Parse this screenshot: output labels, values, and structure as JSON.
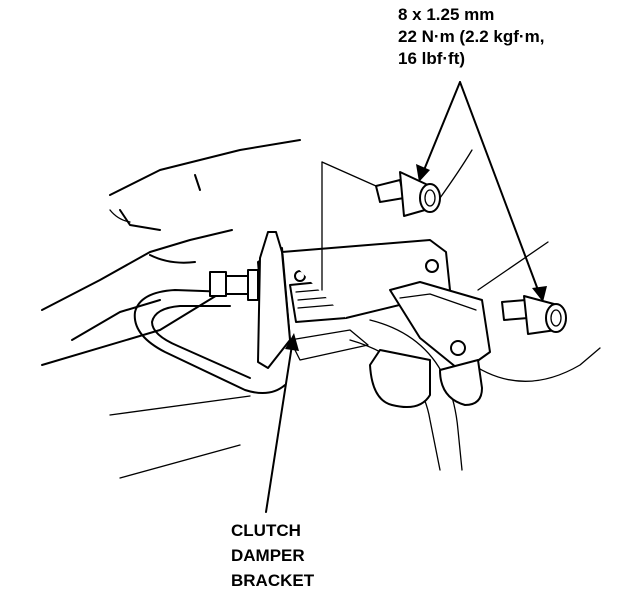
{
  "bolt_spec": {
    "size": "8 x 1.25 mm",
    "torque_nm": "22 N·m (2.2 kgf·m,",
    "torque_lbf": "16 lbf·ft)"
  },
  "callout": {
    "line1": "CLUTCH",
    "line2": "DAMPER",
    "line3": "BRACKET"
  }
}
